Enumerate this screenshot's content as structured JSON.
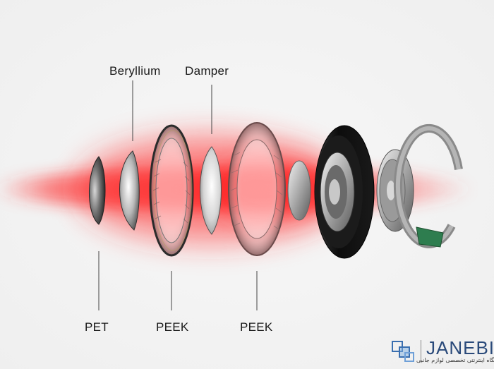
{
  "labels": {
    "beryllium": "Beryllium",
    "damper": "Damper",
    "pet": "PET",
    "peek_left": "PEEK",
    "peek_right": "PEEK"
  },
  "watermark": {
    "name": "JANEBI",
    "tagline": "فروشگاه اینترنتی تخصصی لوازم جانبی",
    "logo": "cube-logo-icon"
  },
  "colors": {
    "beam": "#ff1e1e",
    "ring_green": "#2e7d4f",
    "magnet": "#111111"
  }
}
